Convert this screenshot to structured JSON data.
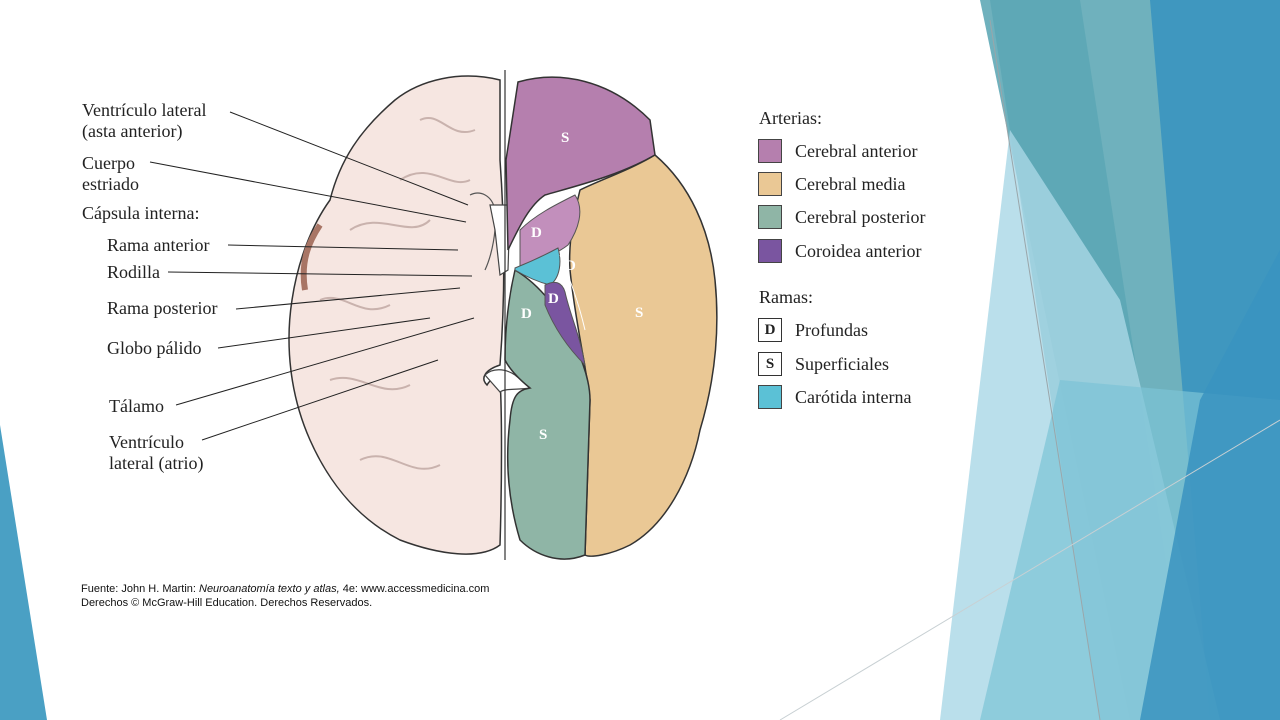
{
  "labels": {
    "ventriculo_lateral_anterior": [
      "Ventrículo lateral",
      "(asta anterior)"
    ],
    "cuerpo_estriado": [
      "Cuerpo",
      "estriado"
    ],
    "capsula_interna": "Cápsula interna:",
    "rama_anterior": "Rama anterior",
    "rodilla": "Rodilla",
    "rama_posterior": "Rama posterior",
    "globo_palido": "Globo pálido",
    "talamo": "Tálamo",
    "ventriculo_lateral_atrio": [
      "Ventrículo",
      "lateral (atrio)"
    ]
  },
  "region_letters": {
    "anterior_s": "S",
    "deep_d1": "D",
    "deep_d2": "D",
    "deep_d3": "D",
    "deep_d4": "D",
    "media_s": "S",
    "posterior_s": "S"
  },
  "legend": {
    "arterias_title": "Arterias:",
    "arterias": [
      {
        "label": "Cerebral anterior",
        "color": "#b57fae"
      },
      {
        "label": "Cerebral media",
        "color": "#eac895"
      },
      {
        "label": "Cerebral posterior",
        "color": "#8fb5a6"
      },
      {
        "label": "Coroidea anterior",
        "color": "#7a55a0"
      }
    ],
    "ramas_title": "Ramas:",
    "ramas": [
      {
        "letter": "D",
        "label": "Profundas"
      },
      {
        "letter": "S",
        "label": "Superficiales"
      },
      {
        "label": "Carótida interna",
        "color": "#5bc1d6"
      }
    ]
  },
  "source": {
    "prefix": "Fuente: John H. Martin: ",
    "book": "Neuroanatomía texto y atlas,",
    "suffix": " 4e: www.accessmedicina.com",
    "rights": "Derechos © McGraw-Hill Education. Derechos Reservados."
  }
}
